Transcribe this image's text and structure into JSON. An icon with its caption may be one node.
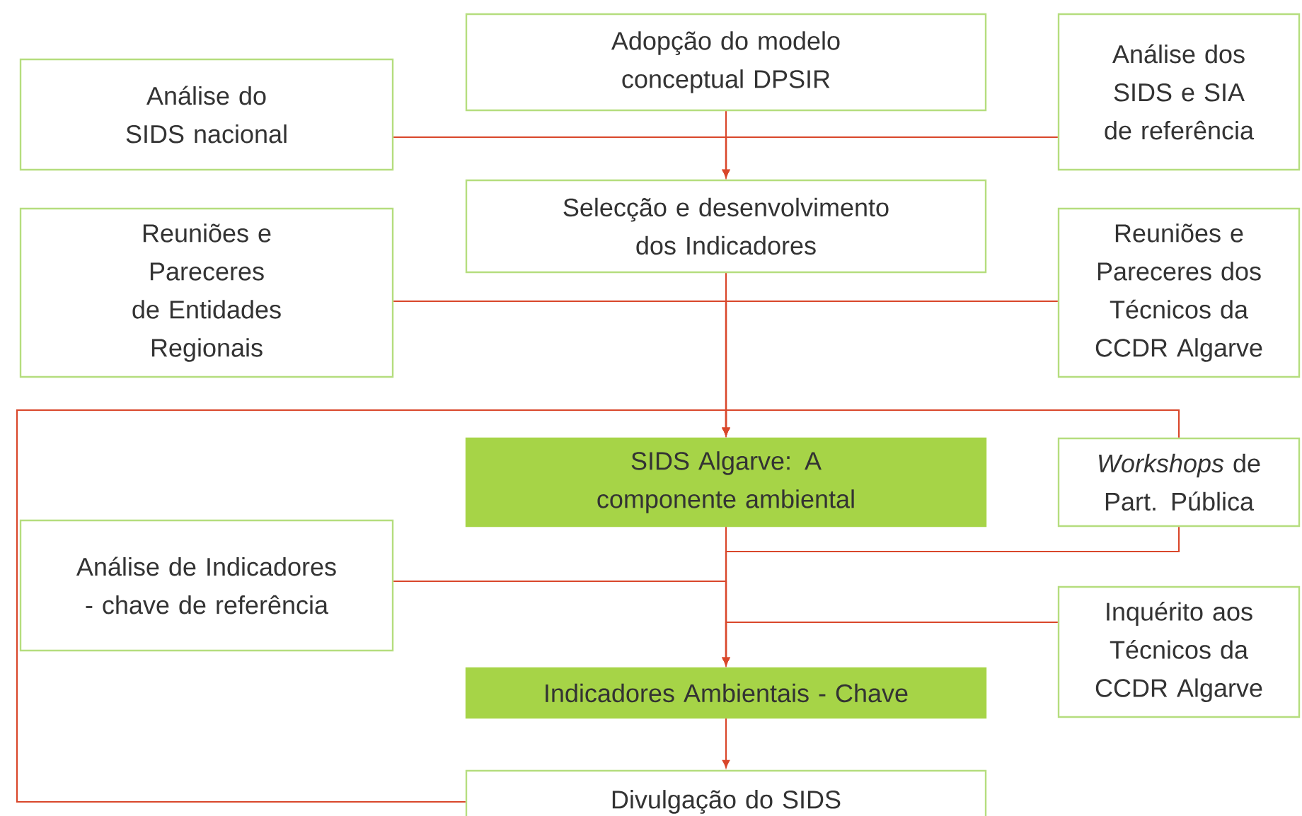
{
  "diagram": {
    "nodes": [
      {
        "text": [
          "Adopção do modelo conceptual DPSIR"
        ]
      },
      {
        "text": [
          "Análise do SIDS nacional"
        ]
      },
      {
        "text": [
          "Análise dos SIDS e SIA de referência"
        ]
      },
      {
        "text": [
          "Selecção e desenvolvimento dos Indicadores"
        ]
      },
      {
        "text": [
          "Reuniões e Pareceres de Entidades Regionais"
        ]
      },
      {
        "text": [
          "Reuniões e Pareceres dos Técnicos da CCDR Algarve"
        ]
      },
      {
        "text": [
          "SIDS Algarve: A componente ambiental"
        ]
      },
      {
        "text": [
          "*Workshops* de Part. Pública"
        ]
      },
      {
        "text": [
          "Análise de Indicadores - chave de referência"
        ]
      },
      {
        "text": [
          "Inquérito aos Técnicos da CCDR Algarve"
        ]
      },
      {
        "text": [
          "Indicadores Ambientais - Chave"
        ]
      },
      {
        "text": [
          "Divulgação do SIDS"
        ]
      }
    ],
    "edges": [
      {
        "from": 0,
        "to": 3,
        "arrow": "to"
      },
      {
        "from": 1,
        "to": 3,
        "arrow": "to"
      },
      {
        "from": 2,
        "to": 3,
        "arrow": "to"
      },
      {
        "from": 3,
        "to": 6,
        "arrow": "to"
      },
      {
        "from": 4,
        "to": 6,
        "arrow": "to"
      },
      {
        "from": 5,
        "to": 6,
        "arrow": "to"
      },
      {
        "from": 11,
        "to": 6,
        "arrow": "to"
      },
      {
        "from": 7,
        "to": 6,
        "arrow": "to"
      },
      {
        "from": 7,
        "to": 10,
        "arrow": "to"
      },
      {
        "from": 6,
        "to": 10,
        "arrow": "to"
      },
      {
        "from": 8,
        "to": 10,
        "arrow": "to"
      },
      {
        "from": 9,
        "to": 10,
        "arrow": "to"
      },
      {
        "from": 10,
        "to": 11,
        "arrow": "to"
      }
    ]
  }
}
